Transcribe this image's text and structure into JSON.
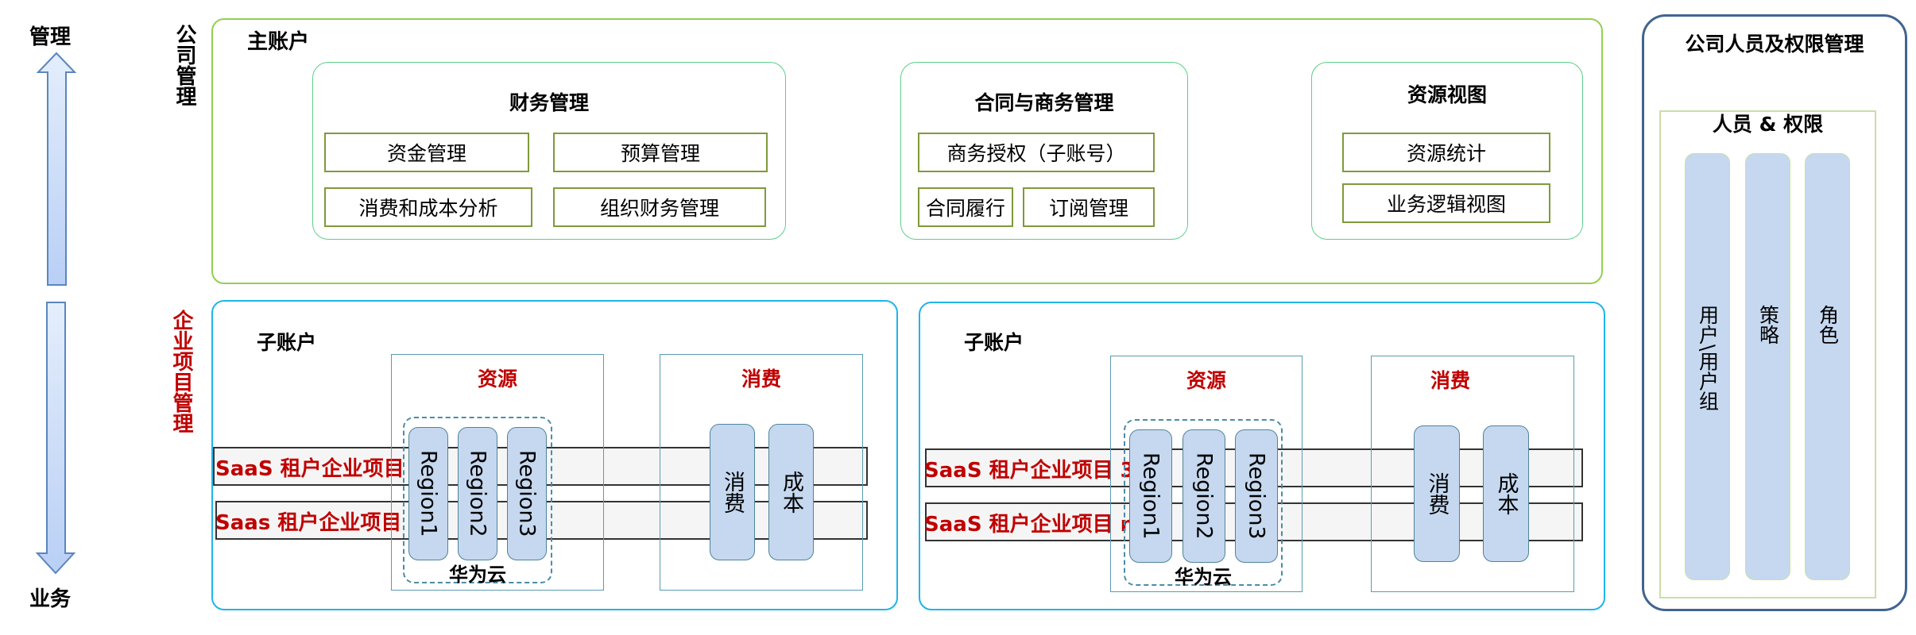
{
  "axis": {
    "top_label": "管理",
    "bottom_label": "业务",
    "up_arrow_icon": "arrow-up",
    "down_arrow_icon": "arrow-down"
  },
  "side_labels": {
    "company": "公司管理",
    "enterprise": "企业项目管理"
  },
  "main_account": {
    "title": "主账户",
    "finance": {
      "title": "财务管理",
      "items": [
        "资金管理",
        "预算管理",
        "消费和成本分析",
        "组织财务管理"
      ]
    },
    "contract": {
      "title": "合同与商务管理",
      "items": [
        "商务授权（子账号）",
        "合同履行",
        "订阅管理"
      ]
    },
    "resource_view": {
      "title": "资源视图",
      "items": [
        "资源统计",
        "业务逻辑视图"
      ]
    }
  },
  "sub_accounts": [
    {
      "title": "子账户",
      "resource_title": "资源",
      "consumption_title": "消费",
      "tenants": [
        "SaaS 租户企业项目 1",
        "Saas 租户企业项目 2"
      ],
      "regions": [
        "Region1",
        "Region2",
        "Region3"
      ],
      "cloud_label": "华为云",
      "consumption_items": [
        "消费",
        "成本"
      ]
    },
    {
      "title": "子账户",
      "resource_title": "资源",
      "consumption_title": "消费",
      "tenants": [
        "SaaS 租户企业项目 3",
        "SaaS 租户企业项目 n"
      ],
      "regions": [
        "Region1",
        "Region2",
        "Region3"
      ],
      "cloud_label": "华为云",
      "consumption_items": [
        "消费",
        "成本"
      ]
    }
  ],
  "people_panel": {
    "title": "公司人员及权限管理",
    "subtitle": "人员 & 权限",
    "columns": [
      "用户\\用户组",
      "策略",
      "角色"
    ]
  },
  "colors": {
    "main_border": "#92d050",
    "sub_border": "#1fb5e8",
    "accent_red": "#c00000",
    "pill_fill": "#c5d8ef",
    "panel_border": "#41648f"
  }
}
